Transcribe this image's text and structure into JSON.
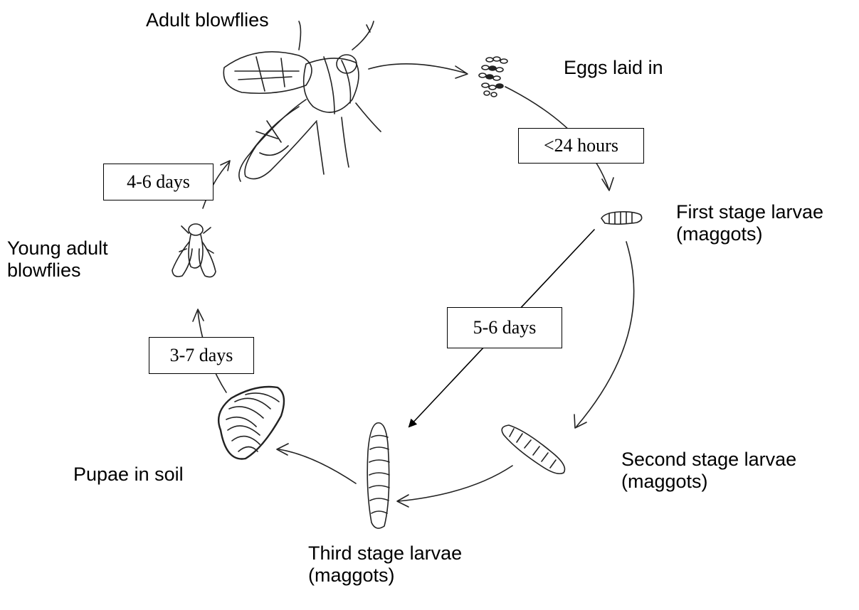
{
  "stages": {
    "adult": "Adult blowflies",
    "eggs": "Eggs laid in",
    "first": [
      "First stage larvae",
      "(maggots)"
    ],
    "second": [
      "Second stage larvae",
      "(maggots)"
    ],
    "third": [
      "Third stage larvae",
      "(maggots)"
    ],
    "pupae": "Pupae in soil",
    "young": [
      "Young adult",
      "blowflies"
    ]
  },
  "durations": {
    "eggs_to_first": "<24 hours",
    "first_to_third": "5-6 days",
    "pupae_to_young": "3-7 days",
    "young_to_adult": "4-6 days"
  },
  "colors": {
    "ink": "#000000",
    "sketch": "#222222",
    "background": "#ffffff"
  }
}
